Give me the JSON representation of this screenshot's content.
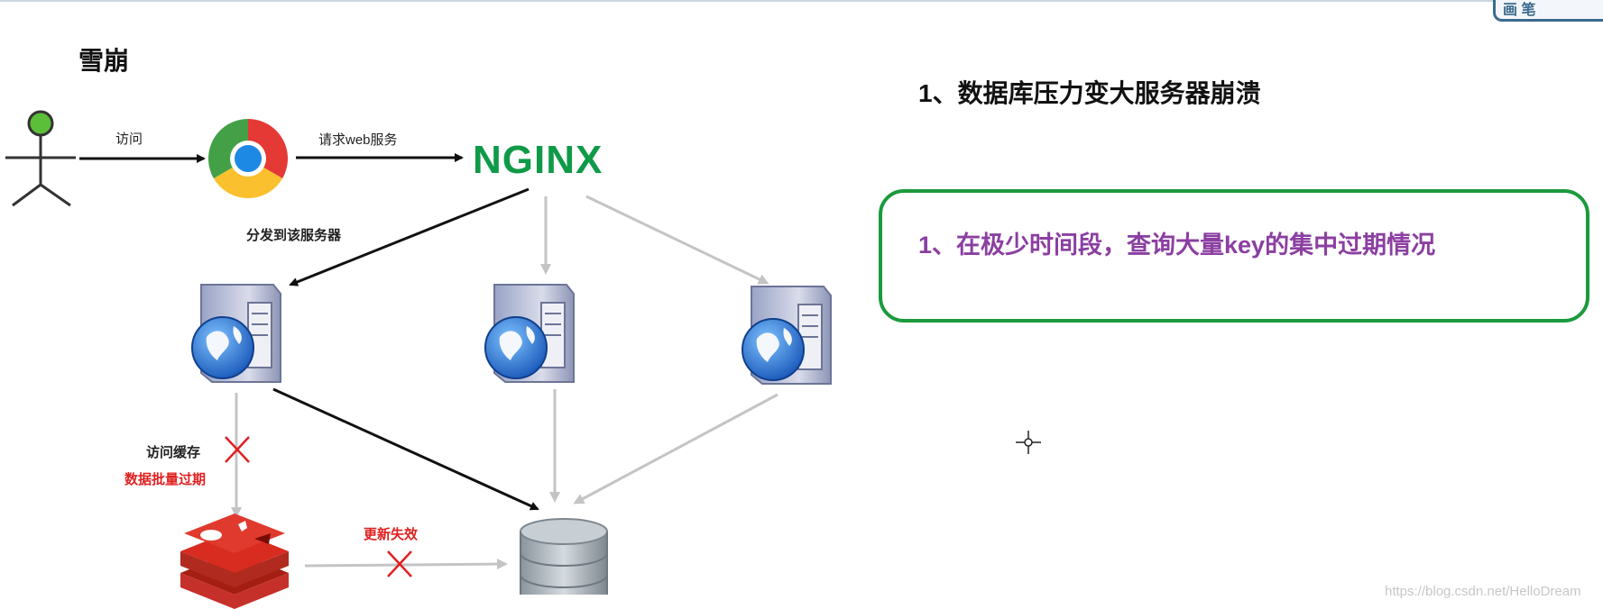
{
  "title": "雪崩",
  "corner_button": {
    "label": "画 笔"
  },
  "note": "1、数据库压力变大服务器崩溃",
  "highlight_box": {
    "text": "1、在极少时间段，查询大量key的集中过期情况"
  },
  "labels": {
    "visit": "访问",
    "request_web": "请求web服务",
    "dispatch": "分发到该服务器",
    "access_cache": "访问缓存",
    "batch_expire": "数据批量过期",
    "update_fail": "更新失效"
  },
  "nginx": "NGINX",
  "watermark": "https://blog.csdn.net/HelloDream",
  "colors": {
    "green": "#1a9a3c",
    "purple": "#8b3fa1",
    "red": "#e02020",
    "nginx": "#0f9a48"
  }
}
